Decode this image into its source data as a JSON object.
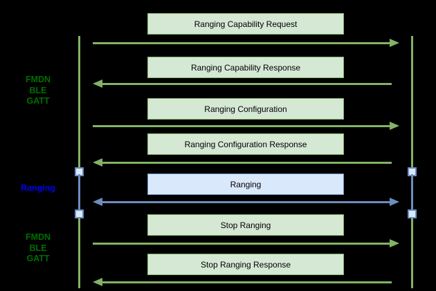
{
  "background": "#000000",
  "palette": {
    "green_fill": "#d5e8d4",
    "green_stroke": "#82b366",
    "blue_fill": "#dae8fc",
    "blue_stroke": "#6c8ebf",
    "phase_green": "#006e00",
    "phase_blue": "#0000ee"
  },
  "phases": [
    {
      "id": "fmdn-ble-gatt-top",
      "label": "FMDN\nBLE\nGATT"
    },
    {
      "id": "ranging",
      "label": "Ranging"
    },
    {
      "id": "fmdn-ble-gatt-bottom",
      "label": "FMDN\nBLE\nGATT"
    }
  ],
  "messages": [
    {
      "label": "Ranging Capability Request",
      "direction": "right",
      "channel": "gatt"
    },
    {
      "label": "Ranging Capability Response",
      "direction": "left",
      "channel": "gatt"
    },
    {
      "label": "Ranging Configuration",
      "direction": "right",
      "channel": "gatt"
    },
    {
      "label": "Ranging Configuration Response",
      "direction": "left",
      "channel": "gatt"
    },
    {
      "label": "Ranging",
      "direction": "both",
      "channel": "ranging"
    },
    {
      "label": "Stop Ranging",
      "direction": "right",
      "channel": "gatt"
    },
    {
      "label": "Stop Ranging Response",
      "direction": "left",
      "channel": "gatt"
    }
  ]
}
